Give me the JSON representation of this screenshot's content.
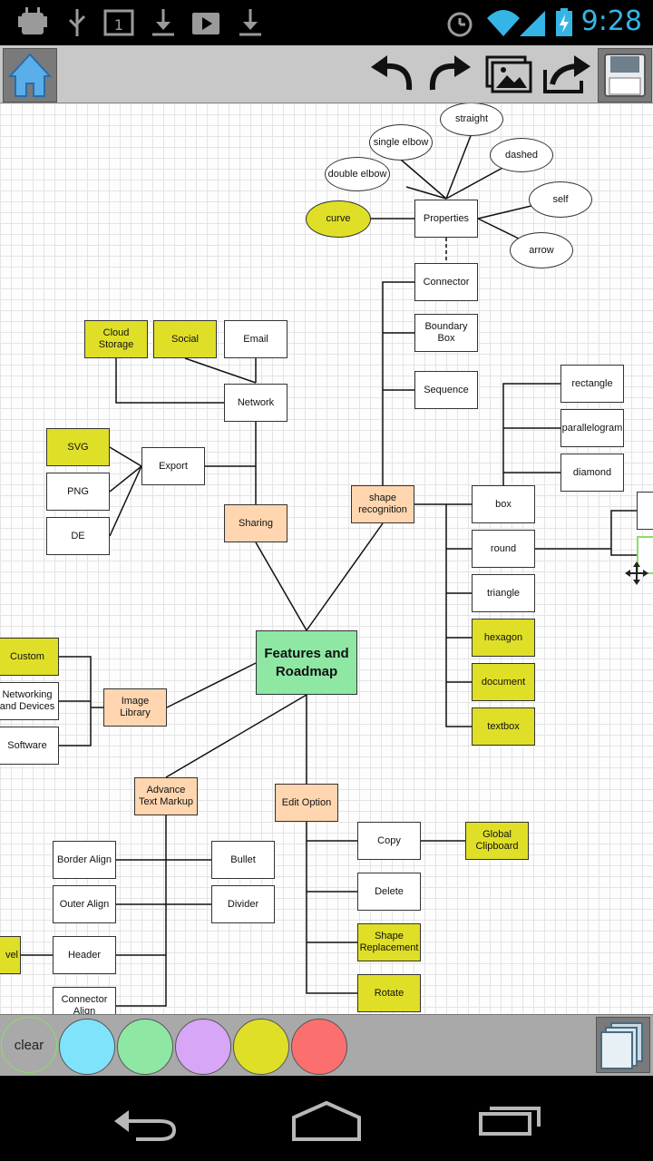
{
  "status_bar": {
    "time": "9:28",
    "notification_icons": [
      "android-debug-icon",
      "usb-icon",
      "calendar-icon",
      "download-icon",
      "play-store-icon",
      "download-icon"
    ],
    "system_icons": [
      "alarm-icon",
      "wifi-icon",
      "signal-icon",
      "battery-icon"
    ],
    "calendar_day": "1"
  },
  "toolbar": {
    "buttons": [
      "home",
      "undo",
      "redo",
      "image-library",
      "share",
      "save"
    ]
  },
  "diagram": {
    "nodes": [
      {
        "id": "straight",
        "label": "straight",
        "style": "ellipse"
      },
      {
        "id": "single_elbow",
        "label": "single elbow",
        "style": "ellipse"
      },
      {
        "id": "dashed",
        "label": "dashed",
        "style": "ellipse"
      },
      {
        "id": "double_elbow",
        "label": "double elbow",
        "style": "ellipse"
      },
      {
        "id": "self",
        "label": "self",
        "style": "ellipse"
      },
      {
        "id": "curve",
        "label": "curve",
        "style": "ellipse-yellow"
      },
      {
        "id": "properties",
        "label": "Properties",
        "style": "white"
      },
      {
        "id": "arrow",
        "label": "arrow",
        "style": "ellipse"
      },
      {
        "id": "connector",
        "label": "Connector",
        "style": "white"
      },
      {
        "id": "boundary_box",
        "label": "Boundary Box",
        "style": "white"
      },
      {
        "id": "sequence",
        "label": "Sequence",
        "style": "white"
      },
      {
        "id": "cloud_storage",
        "label": "Cloud Storage",
        "style": "yellow"
      },
      {
        "id": "social",
        "label": "Social",
        "style": "yellow"
      },
      {
        "id": "email",
        "label": "Email",
        "style": "white"
      },
      {
        "id": "network",
        "label": "Network",
        "style": "white"
      },
      {
        "id": "svg",
        "label": "SVG",
        "style": "yellow"
      },
      {
        "id": "export",
        "label": "Export",
        "style": "white"
      },
      {
        "id": "png",
        "label": "PNG",
        "style": "white"
      },
      {
        "id": "de",
        "label": "DE",
        "style": "white"
      },
      {
        "id": "sharing",
        "label": "Sharing",
        "style": "orange"
      },
      {
        "id": "shape_recognition",
        "label": "shape recognition",
        "style": "orange"
      },
      {
        "id": "rectangle",
        "label": "rectangle",
        "style": "white"
      },
      {
        "id": "parallelogram",
        "label": "parallelogram",
        "style": "white"
      },
      {
        "id": "diamond",
        "label": "diamond",
        "style": "white"
      },
      {
        "id": "box",
        "label": "box",
        "style": "white"
      },
      {
        "id": "round",
        "label": "round",
        "style": "white"
      },
      {
        "id": "triangle",
        "label": "triangle",
        "style": "white"
      },
      {
        "id": "hexagon",
        "label": "hexagon",
        "style": "yellow"
      },
      {
        "id": "document",
        "label": "document",
        "style": "yellow"
      },
      {
        "id": "textbox",
        "label": "textbox",
        "style": "yellow"
      },
      {
        "id": "root",
        "label": "Features and Roadmap",
        "style": "green"
      },
      {
        "id": "custom",
        "label": "Custom",
        "style": "yellow"
      },
      {
        "id": "networking",
        "label": "Networking and Devices",
        "style": "white"
      },
      {
        "id": "software",
        "label": "Software",
        "style": "white"
      },
      {
        "id": "image_library",
        "label": "Image Library",
        "style": "orange"
      },
      {
        "id": "advance_text",
        "label": "Advance Text Markup",
        "style": "orange"
      },
      {
        "id": "edit_option",
        "label": "Edit Option",
        "style": "orange"
      },
      {
        "id": "copy",
        "label": "Copy",
        "style": "white"
      },
      {
        "id": "global_clipboard",
        "label": "Global Clipboard",
        "style": "yellow"
      },
      {
        "id": "border_align",
        "label": "Border Align",
        "style": "white"
      },
      {
        "id": "bullet",
        "label": "Bullet",
        "style": "white"
      },
      {
        "id": "outer_align",
        "label": "Outer Align",
        "style": "white"
      },
      {
        "id": "divider",
        "label": "Divider",
        "style": "white"
      },
      {
        "id": "delete",
        "label": "Delete",
        "style": "white"
      },
      {
        "id": "shape_replacement",
        "label": "Shape Replacement",
        "style": "yellow"
      },
      {
        "id": "level",
        "label": "vel",
        "style": "yellow"
      },
      {
        "id": "header",
        "label": "Header",
        "style": "white"
      },
      {
        "id": "rotate",
        "label": "Rotate",
        "style": "yellow"
      },
      {
        "id": "connector_align",
        "label": "Connector Align",
        "style": "white"
      }
    ]
  },
  "palette": {
    "clear_label": "clear",
    "colors": [
      "#7fe3fb",
      "#8ee8a4",
      "#d8a6f6",
      "#dfdf28",
      "#fb6f6f"
    ]
  },
  "nav_bar": {
    "buttons": [
      "back",
      "home",
      "recents"
    ]
  }
}
